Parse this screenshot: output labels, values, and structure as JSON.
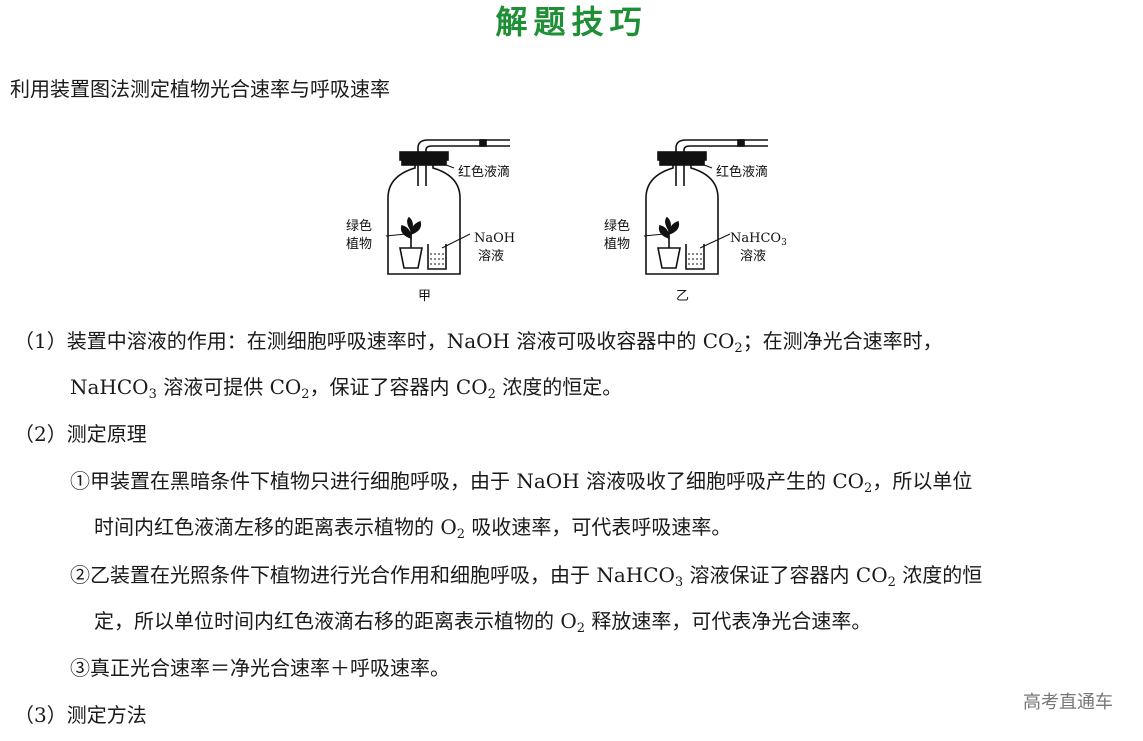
{
  "title": "解题技巧",
  "intro": "利用装置图法测定植物光合速率与呼吸速率",
  "diagram": {
    "left": {
      "drop_label": "红色液滴",
      "plant_label_1": "绿色",
      "plant_label_2": "植物",
      "solution_label_1": "NaOH",
      "solution_label_2": "溶液",
      "caption": "甲"
    },
    "right": {
      "drop_label": "红色液滴",
      "plant_label_1": "绿色",
      "plant_label_2": "植物",
      "solution_label_1": "NaHCO",
      "solution_label_sub": "3",
      "solution_label_2": "溶液",
      "caption": "乙"
    }
  },
  "p1": {
    "a": "（1）装置中溶液的作用：在测细胞呼吸速率时，NaOH 溶液可吸收容器中的 CO",
    "a_sub": "2",
    "b": "；在测净光合速率时，",
    "c": "NaHCO",
    "c_sub": "3",
    "d": " 溶液可提供 CO",
    "d_sub": "2",
    "e": "，保证了容器内 CO",
    "e_sub": "2",
    "f": " 浓度的恒定。"
  },
  "p2": {
    "heading": "（2）测定原理"
  },
  "p2_1": {
    "a": "①甲装置在黑暗条件下植物只进行细胞呼吸，由于 NaOH 溶液吸收了细胞呼吸产生的 CO",
    "a_sub": "2",
    "b": "，所以单位",
    "c": "时间内红色液滴左移的距离表示植物的 O",
    "c_sub": "2",
    "d": " 吸收速率，可代表呼吸速率。"
  },
  "p2_2": {
    "a": "②乙装置在光照条件下植物进行光合作用和细胞呼吸，由于 NaHCO",
    "a_sub": "3",
    "b": " 溶液保证了容器内 CO",
    "b_sub": "2",
    "c": " 浓度的恒",
    "d": "定，所以单位时间内红色液滴右移的距离表示植物的 O",
    "d_sub": "2",
    "e": " 释放速率，可代表净光合速率。"
  },
  "p2_3": {
    "text": "③真正光合速率＝净光合速率＋呼吸速率。"
  },
  "p3": {
    "heading": "（3）测定方法"
  },
  "watermark": "高考直通车"
}
